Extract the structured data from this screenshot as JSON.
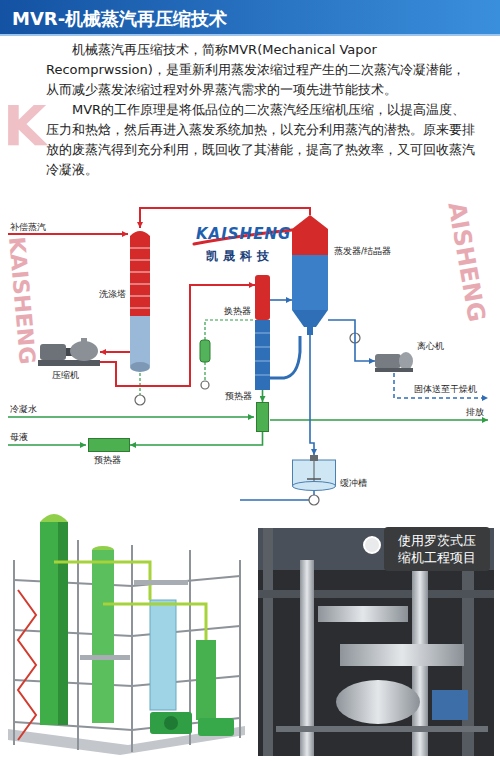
{
  "diagram": {
    "title": "MVR-机械蒸汽再压缩技术",
    "nodes": [
      {
        "text": [
          "洗涤塔"
        ]
      },
      {
        "text": [
          "压缩机"
        ]
      },
      {
        "text": [
          "换热器"
        ]
      },
      {
        "text": [
          "蒸发器/结晶器"
        ]
      },
      {
        "text": [
          "离心机"
        ]
      },
      {
        "text": [
          "预热器"
        ]
      },
      {
        "text": [
          "预热器"
        ]
      },
      {
        "text": [
          "缓冲槽"
        ]
      },
      {
        "text": [
          "使用罗茨式压缩机工程项目"
        ]
      }
    ],
    "edges": [
      {
        "from": 3,
        "to": 0,
        "arrow": "to"
      },
      {
        "from": 0,
        "to": 1,
        "arrow": "to"
      },
      {
        "from": 1,
        "to": 2,
        "arrow": "to"
      },
      {
        "from": 2,
        "to": 3,
        "arrow": "to"
      },
      {
        "from": 2,
        "to": 5,
        "arrow": "to"
      },
      {
        "from": 5,
        "to": 6,
        "arrow": "to"
      },
      {
        "from": 3,
        "to": 4,
        "arrow": "to"
      },
      {
        "from": 3,
        "to": 7,
        "arrow": "to"
      }
    ],
    "labels": [
      "机械蒸汽再压缩技术，简称MVR(Mechanical Vapor Recomprwssion)，是重新利用蒸发浓缩过程产生的二次蒸汽冷凝潜能，从而减少蒸发浓缩过程对外界蒸汽需求的一项先进节能技术。",
      "MVR的工作原理是将低品位的二次蒸汽经压缩机压缩，以提高温度、压力和热焓，然后再进入蒸发系统加热，以充分利用蒸汽的潜热。原来要排放的废蒸汽得到充分利用，既回收了其潜能，提高了热效率，又可回收蒸汽冷凝液。",
      "KAISHENG",
      "凯晟科技",
      "补偿蒸汽",
      "冷凝水",
      "母液",
      "排放",
      "固体送至干燥机",
      "AISHENG",
      "KAISHENG",
      "K"
    ]
  }
}
